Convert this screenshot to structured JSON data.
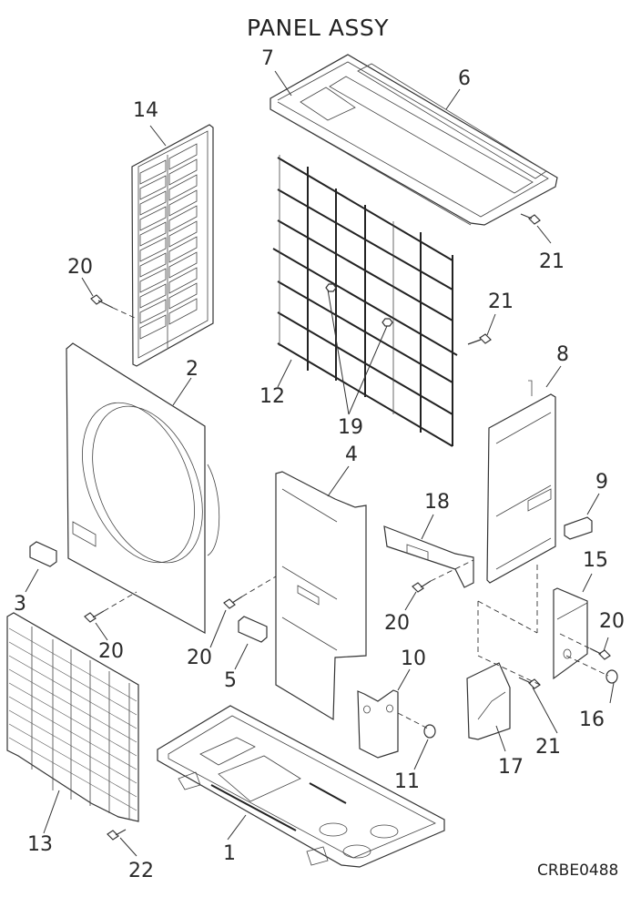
{
  "title": "PANEL ASSY",
  "drawing_code": "CRBE0488",
  "callouts": [
    {
      "id": "c14",
      "text": "14"
    },
    {
      "id": "c7",
      "text": "7"
    },
    {
      "id": "c6",
      "text": "6"
    },
    {
      "id": "c20a",
      "text": "20"
    },
    {
      "id": "c21a",
      "text": "21"
    },
    {
      "id": "c21b",
      "text": "21"
    },
    {
      "id": "c2",
      "text": "2"
    },
    {
      "id": "c12",
      "text": "12"
    },
    {
      "id": "c19",
      "text": "19"
    },
    {
      "id": "c8",
      "text": "8"
    },
    {
      "id": "c4",
      "text": "4"
    },
    {
      "id": "c18",
      "text": "18"
    },
    {
      "id": "c9",
      "text": "9"
    },
    {
      "id": "c3",
      "text": "3"
    },
    {
      "id": "c15",
      "text": "15"
    },
    {
      "id": "c20b",
      "text": "20"
    },
    {
      "id": "c20c",
      "text": "20"
    },
    {
      "id": "c20d",
      "text": "20"
    },
    {
      "id": "c20e",
      "text": "20"
    },
    {
      "id": "c5",
      "text": "5"
    },
    {
      "id": "c10",
      "text": "10"
    },
    {
      "id": "c16",
      "text": "16"
    },
    {
      "id": "c11",
      "text": "11"
    },
    {
      "id": "c21c",
      "text": "21"
    },
    {
      "id": "c17",
      "text": "17"
    },
    {
      "id": "c13",
      "text": "13"
    },
    {
      "id": "c1",
      "text": "1"
    },
    {
      "id": "c22",
      "text": "22"
    }
  ]
}
